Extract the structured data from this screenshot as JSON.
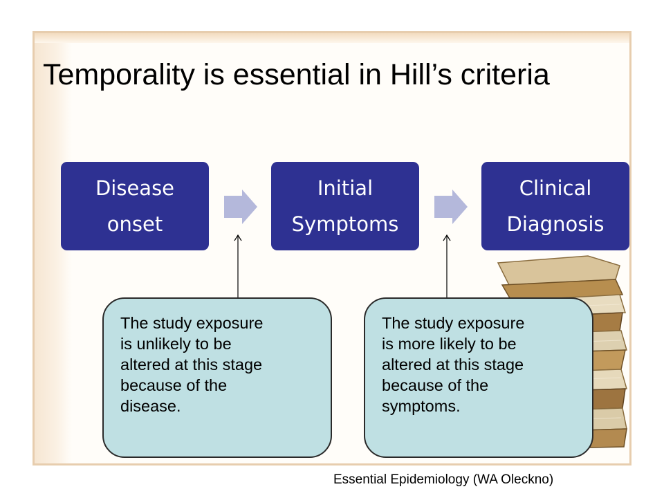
{
  "slide": {
    "title": "Temporality is essential in Hill’s criteria",
    "steps": [
      {
        "lines": [
          "Disease",
          "onset"
        ]
      },
      {
        "lines": [
          "Initial",
          "Symptoms"
        ]
      },
      {
        "lines": [
          "Clinical",
          "Diagnosis"
        ]
      }
    ],
    "callouts": [
      {
        "lines": [
          "The study exposure",
          "is unlikely to be",
          "altered at this stage",
          "because of the",
          "disease."
        ]
      },
      {
        "lines": [
          "The study exposure",
          "is more likely to be",
          "altered at this stage",
          "because of the",
          "symptoms."
        ]
      }
    ],
    "citation": "Essential Epidemiology  (WA Oleckno)"
  },
  "colors": {
    "step_fill": "#2e3192",
    "chevron_fill": "#b4b8db",
    "callout_fill": "#bfe0e3"
  },
  "icons": [
    "chevron-right-icon",
    "books-stack-icon"
  ]
}
